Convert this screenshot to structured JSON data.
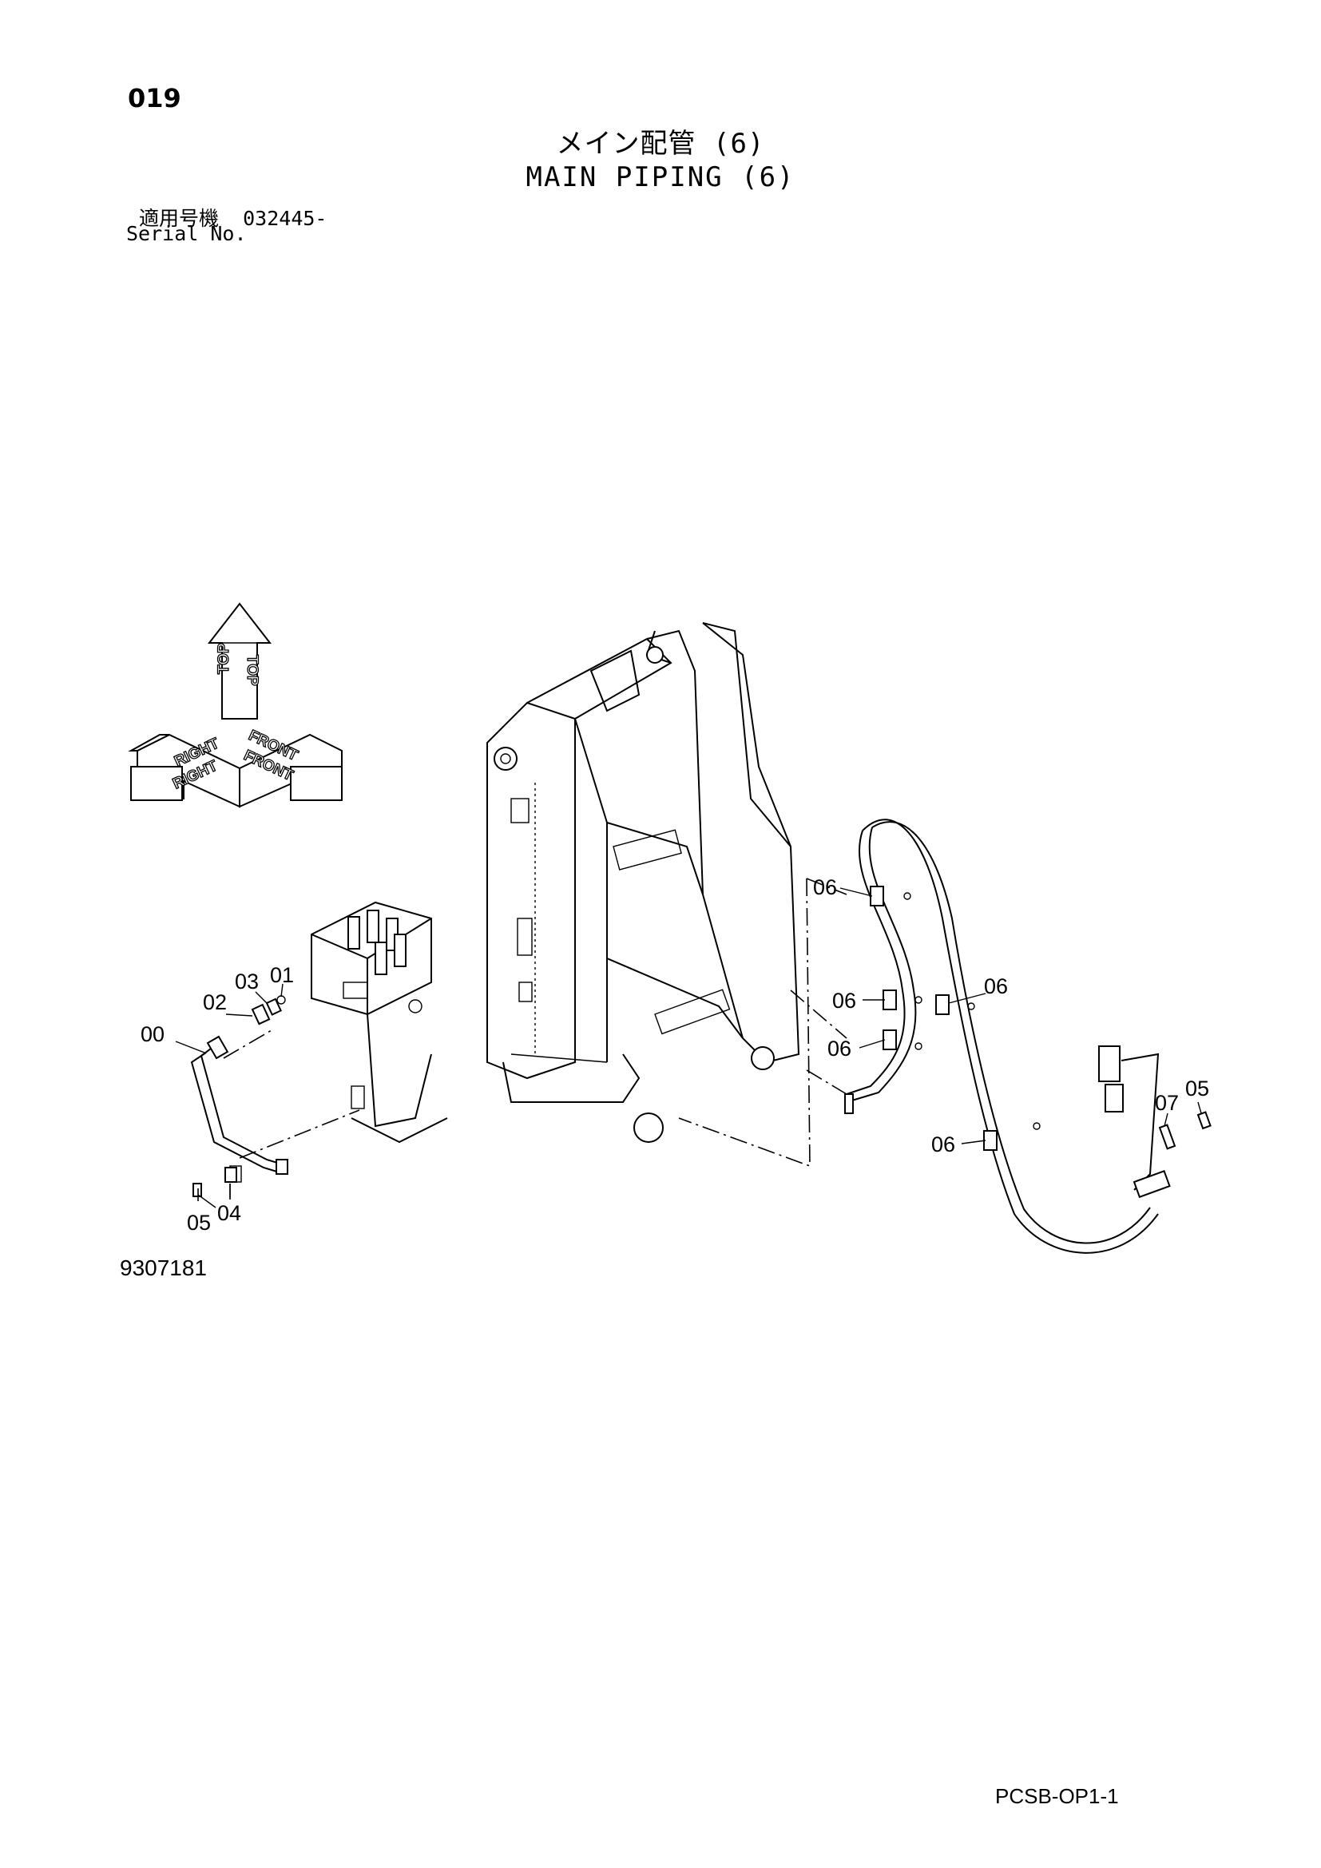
{
  "header": {
    "page_number": "019",
    "title_jp": "メイン配管 (6)",
    "title_en": "MAIN PIPING (6)",
    "serial_label_jp": "適用号機",
    "serial_value": "032445-",
    "serial_label_en": "Serial No."
  },
  "orientation": {
    "top": "TOP",
    "right": "RIGHT",
    "front": "FRONT"
  },
  "callouts": {
    "c00": "00",
    "c01": "01",
    "c02": "02",
    "c03": "03",
    "c04": "04",
    "c05_left": "05",
    "c05_right": "05",
    "c06_a": "06",
    "c06_b": "06",
    "c06_c": "06",
    "c06_d": "06",
    "c06_e": "06",
    "c07": "07"
  },
  "footer": {
    "drawing_number": "9307181",
    "document_code": "PCSB-OP1-1"
  }
}
